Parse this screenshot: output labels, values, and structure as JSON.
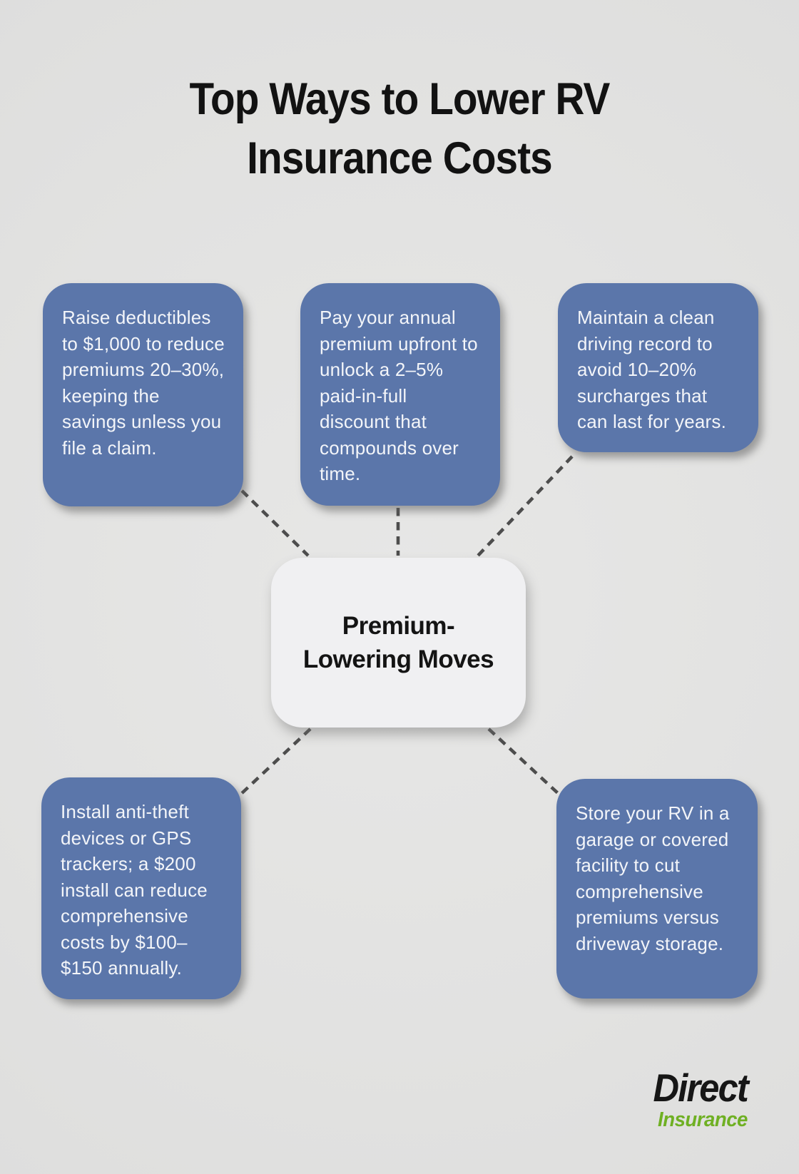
{
  "title": {
    "text": "Top Ways to Lower RV\nInsurance Costs"
  },
  "center": {
    "label": "Premium-\nLowering Moves"
  },
  "nodes": [
    {
      "id": "raise-deductibles",
      "text": "Raise deductibles to $1,000 to reduce premiums 20–30%, keeping the savings unless you file a claim."
    },
    {
      "id": "pay-upfront",
      "text": "Pay your annual premium upfront to unlock a 2–5% paid-in-full discount that compounds over time."
    },
    {
      "id": "clean-driving-record",
      "text": "Maintain a clean driving record to avoid 10–20% surcharges that can last for years."
    },
    {
      "id": "anti-theft-devices",
      "text": "Install anti-theft devices or GPS trackers; a $200 install can reduce comprehensive costs by $100–$150 annually."
    },
    {
      "id": "covered-storage",
      "text": "Store your RV in a garage or covered facility to cut comprehensive premiums versus driveway storage."
    }
  ],
  "logo": {
    "brand": "Direct",
    "sub": "Insurance"
  },
  "colors": {
    "background": "#e2e2e1",
    "node_fill": "#5b76aa",
    "node_text": "#f3f5f9",
    "center_fill": "#f0f0f2",
    "center_text": "#141414",
    "connector": "#4d4d4d",
    "title_text": "#121212",
    "logo_black": "#161616",
    "logo_green": "#6fb023"
  }
}
